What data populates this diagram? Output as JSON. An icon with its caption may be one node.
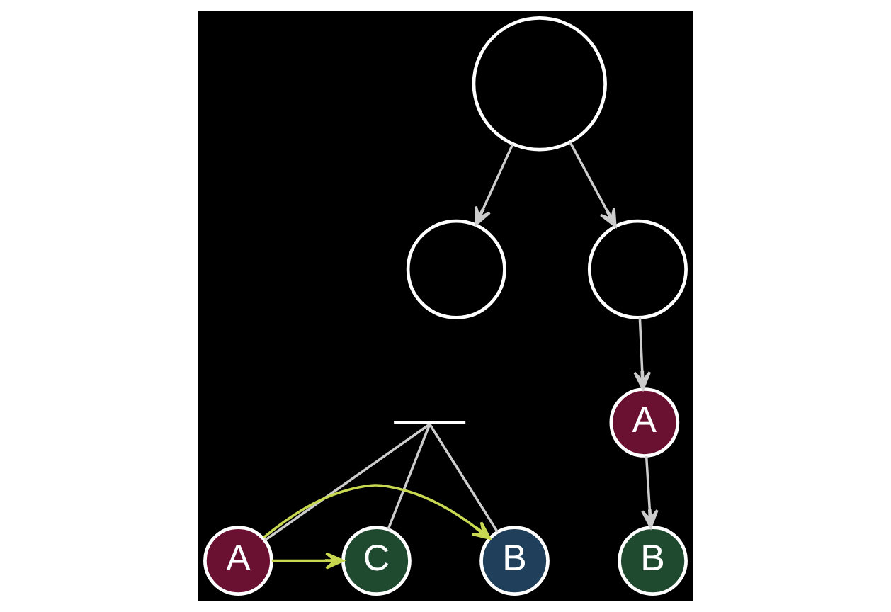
{
  "diagram": {
    "nodes": [
      {
        "text": [],
        "shape": "circle"
      },
      {
        "text": [],
        "shape": "circle"
      },
      {
        "text": [],
        "shape": "circle"
      },
      {
        "text": [],
        "shape": "bar"
      },
      {
        "text": [
          "B"
        ]
      },
      {
        "text": [
          "A"
        ]
      },
      {
        "text": [
          "C"
        ]
      },
      {
        "text": [
          "A"
        ]
      },
      {
        "text": [
          "B"
        ]
      }
    ],
    "edges": [
      {
        "from": 0,
        "to": 1,
        "arrow": "to"
      },
      {
        "from": 0,
        "to": 2,
        "arrow": "to"
      },
      {
        "from": 3,
        "to": 4,
        "arrow": "none"
      },
      {
        "from": 3,
        "to": 5,
        "arrow": "none"
      },
      {
        "from": 3,
        "to": 6,
        "arrow": "none"
      },
      {
        "from": 5,
        "to": 4,
        "arrow": "to",
        "color": "#c8d850"
      },
      {
        "from": 5,
        "to": 6,
        "arrow": "to",
        "color": "#c8d850"
      },
      {
        "from": 2,
        "to": 7,
        "arrow": "to"
      },
      {
        "from": 7,
        "to": 8,
        "arrow": "to"
      }
    ]
  }
}
